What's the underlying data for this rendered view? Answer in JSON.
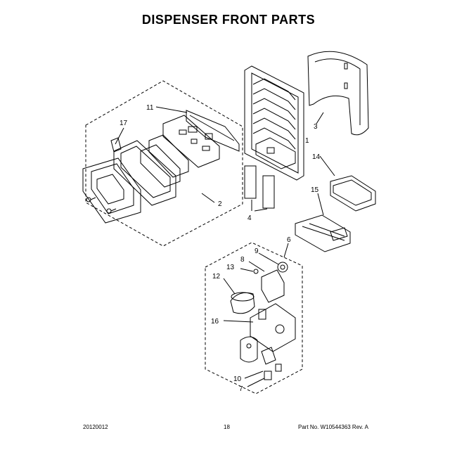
{
  "title": "DISPENSER FRONT PARTS",
  "callouts": {
    "c1": "1",
    "c2": "2",
    "c3": "3",
    "c4": "4",
    "c6": "6",
    "c7": "7",
    "c8": "8",
    "c9": "9",
    "c10": "10",
    "c11": "11",
    "c12": "12",
    "c13": "13",
    "c14": "14",
    "c15": "15",
    "c16": "16",
    "c17": "17"
  },
  "footer": {
    "date": "20120012",
    "page": "18",
    "part": "Part No. W10544363  Rev. A"
  }
}
